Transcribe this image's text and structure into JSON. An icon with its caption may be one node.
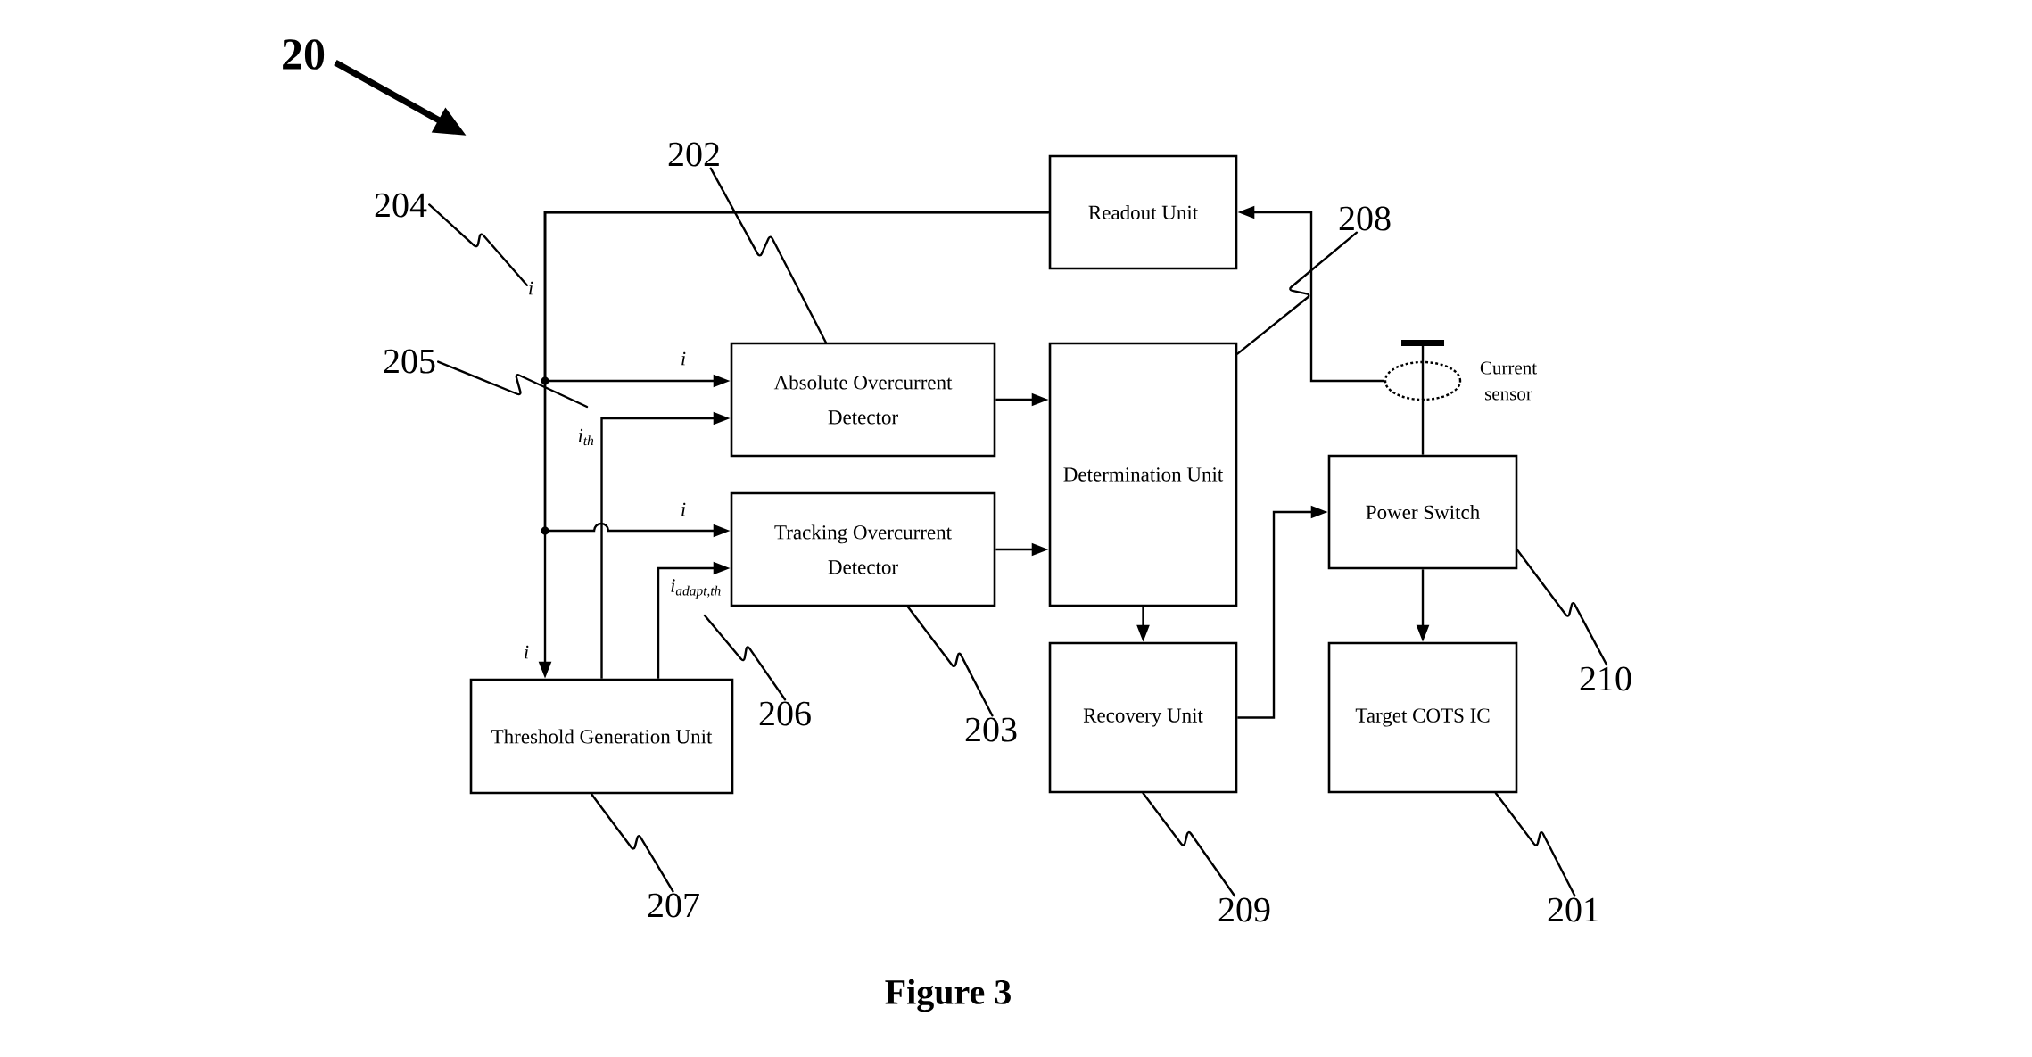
{
  "diagram": {
    "caption": "Figure 3",
    "nodes": [
      {
        "text": [
          "20"
        ]
      },
      {
        "text": [
          "202"
        ]
      },
      {
        "text": [
          "204"
        ]
      },
      {
        "text": [
          "Readout Unit"
        ]
      },
      {
        "text": [
          "208"
        ]
      },
      {
        "text": [
          "205"
        ]
      },
      {
        "text": [
          "Absolute Overcurrent Detector"
        ]
      },
      {
        "text": [
          "Determination Unit"
        ]
      },
      {
        "text": [],
        "shape": "ellipse",
        "beside": [
          "Current sensor"
        ]
      },
      {
        "text": [
          "Power Switch"
        ]
      },
      {
        "text": [
          "Tracking Overcurrent Detector"
        ]
      },
      {
        "text": [
          "210"
        ]
      },
      {
        "text": [
          "Threshold Generation Unit"
        ]
      },
      {
        "text": [
          "206"
        ]
      },
      {
        "text": [
          "203"
        ]
      },
      {
        "text": [
          "Recovery Unit"
        ]
      },
      {
        "text": [
          "Target COTS IC"
        ]
      },
      {
        "text": [
          "207"
        ]
      },
      {
        "text": [
          "209"
        ]
      },
      {
        "text": [
          "201"
        ]
      },
      {
        "text": [
          "i"
        ]
      }
    ],
    "edges": [
      {
        "from": 0,
        "to": null,
        "arrow": "to",
        "style": "thick"
      },
      {
        "from": 3,
        "to": 12,
        "arrow": "to",
        "label": "i"
      },
      {
        "from": 3,
        "to": 6,
        "arrow": "to",
        "label": "i"
      },
      {
        "from": 3,
        "to": 10,
        "arrow": "to",
        "label": "i"
      },
      {
        "from": 12,
        "to": 6,
        "arrow": "to",
        "label": "i$_{th}$"
      },
      {
        "from": 12,
        "to": 10,
        "arrow": "to",
        "label": "i$_{adapt,th}$"
      },
      {
        "from": 6,
        "to": 7,
        "arrow": "to"
      },
      {
        "from": 10,
        "to": 7,
        "arrow": "to"
      },
      {
        "from": 7,
        "to": 15,
        "arrow": "to"
      },
      {
        "from": 15,
        "to": 9,
        "arrow": "to"
      },
      {
        "from": 9,
        "to": 16,
        "arrow": "to"
      },
      {
        "from": 8,
        "to": 3,
        "arrow": "to"
      },
      {
        "from": 9,
        "to": 8,
        "arrow": "none"
      },
      {
        "from": 1,
        "to": 6,
        "arrow": "none"
      },
      {
        "from": 2,
        "to": 20,
        "arrow": "none"
      },
      {
        "from": 4,
        "to": 7,
        "arrow": "none"
      },
      {
        "from": 5,
        "to": null,
        "arrow": "none"
      },
      {
        "from": 11,
        "to": 9,
        "arrow": "none"
      },
      {
        "from": 13,
        "to": null,
        "arrow": "none"
      },
      {
        "from": 14,
        "to": 10,
        "arrow": "none"
      },
      {
        "from": 17,
        "to": 12,
        "arrow": "none"
      },
      {
        "from": 18,
        "to": 15,
        "arrow": "none"
      },
      {
        "from": 19,
        "to": 16,
        "arrow": "none"
      }
    ]
  }
}
